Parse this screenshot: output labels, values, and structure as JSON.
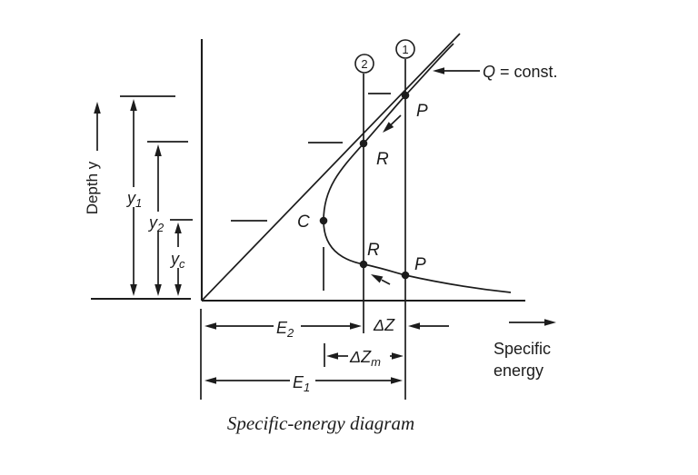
{
  "colors": {
    "ink": "#1c1c1c",
    "background": "#ffffff"
  },
  "figure": {
    "caption": "Specific-energy diagram",
    "y_axis": {
      "label": "Depth y"
    },
    "x_axis": {
      "label_line1": "Specific",
      "label_line2": "energy"
    },
    "curve_label": {
      "variable": "Q",
      "equality": " = const."
    },
    "sections": {
      "section_1": "1",
      "section_2": "2"
    },
    "points": {
      "p_upper": "P",
      "r_upper": "R",
      "critical": "C",
      "r_lower": "R",
      "p_lower": "P"
    },
    "dimensions": {
      "y1": {
        "base": "y",
        "sub": "1"
      },
      "y2": {
        "base": "y",
        "sub": "2"
      },
      "yc": {
        "base": "y",
        "sub": "c"
      },
      "e2": {
        "base": "E",
        "sub": "2"
      },
      "e1": {
        "base": "E",
        "sub": "1"
      },
      "dz": {
        "base": "ΔZ"
      },
      "dzm": {
        "base": "ΔZ",
        "sub": "m"
      }
    }
  }
}
